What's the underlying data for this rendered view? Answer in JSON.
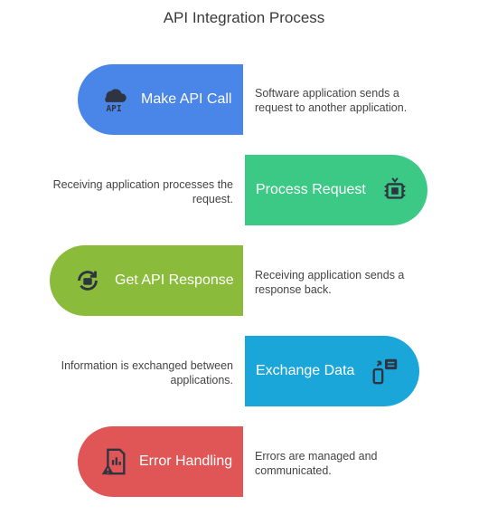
{
  "title": "API Integration Process",
  "steps": [
    {
      "label": "Make API Call",
      "description": "Software application sends a request to another application.",
      "color": "#4a86e8",
      "icon": "cloud-api-icon"
    },
    {
      "label": "Process Request",
      "description": "Receiving application processes the request.",
      "color": "#3cc985",
      "icon": "chip-icon"
    },
    {
      "label": "Get API Response",
      "description": "Receiving application sends a response back.",
      "color": "#8bbb3a",
      "icon": "refresh-device-icon"
    },
    {
      "label": "Exchange Data",
      "description": "Information is exchanged between applications.",
      "color": "#1aa6d9",
      "icon": "exchange-icon"
    },
    {
      "label": "Error Handling",
      "description": "Errors are managed and communicated.",
      "color": "#e05555",
      "icon": "error-report-icon"
    }
  ],
  "icon_text": {
    "api": "API"
  }
}
